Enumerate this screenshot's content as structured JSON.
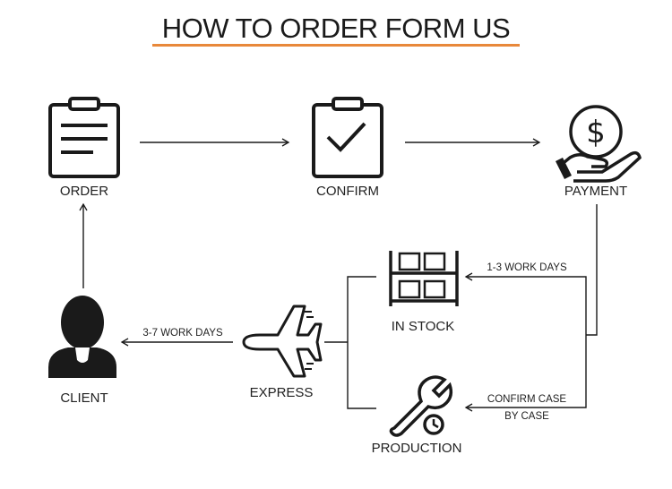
{
  "title": "HOW TO ORDER FORM US",
  "accent_color": "#e8883a",
  "nodes": {
    "order": {
      "label": "ORDER",
      "icon": "clipboard-list-icon"
    },
    "confirm": {
      "label": "CONFIRM",
      "icon": "clipboard-check-icon"
    },
    "payment": {
      "label": "PAYMENT",
      "icon": "hand-dollar-icon"
    },
    "in_stock": {
      "label": "IN STOCK",
      "icon": "warehouse-shelf-icon"
    },
    "production": {
      "label": "PRODUCTION",
      "icon": "wrench-clock-icon"
    },
    "express": {
      "label": "EXPRESS",
      "icon": "airplane-icon"
    },
    "client": {
      "label": "CLIENT",
      "icon": "person-icon"
    }
  },
  "edges": {
    "payment_to_stock": "1-3 WORK DAYS",
    "payment_to_production_line1": "CONFIRM CASE",
    "payment_to_production_line2": "BY CASE",
    "express_to_client": "3-7 WORK DAYS"
  }
}
